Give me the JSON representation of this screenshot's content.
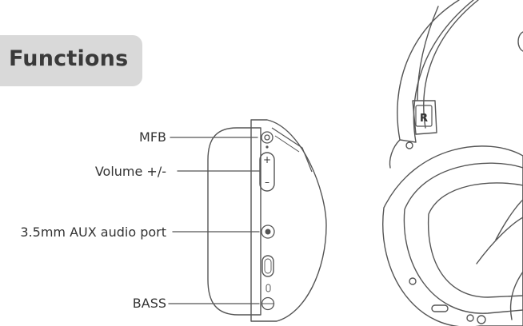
{
  "header": {
    "title": "Functions"
  },
  "callouts": [
    {
      "label": "MFB"
    },
    {
      "label": "Volume +/-"
    },
    {
      "label": "3.5mm AUX audio port"
    },
    {
      "label": "BASS"
    }
  ],
  "device": {
    "plus_symbol": "+",
    "minus_symbol": "–",
    "right_marker": "R"
  },
  "colors": {
    "tab_background": "#d9d9d9",
    "line": "#555555"
  }
}
